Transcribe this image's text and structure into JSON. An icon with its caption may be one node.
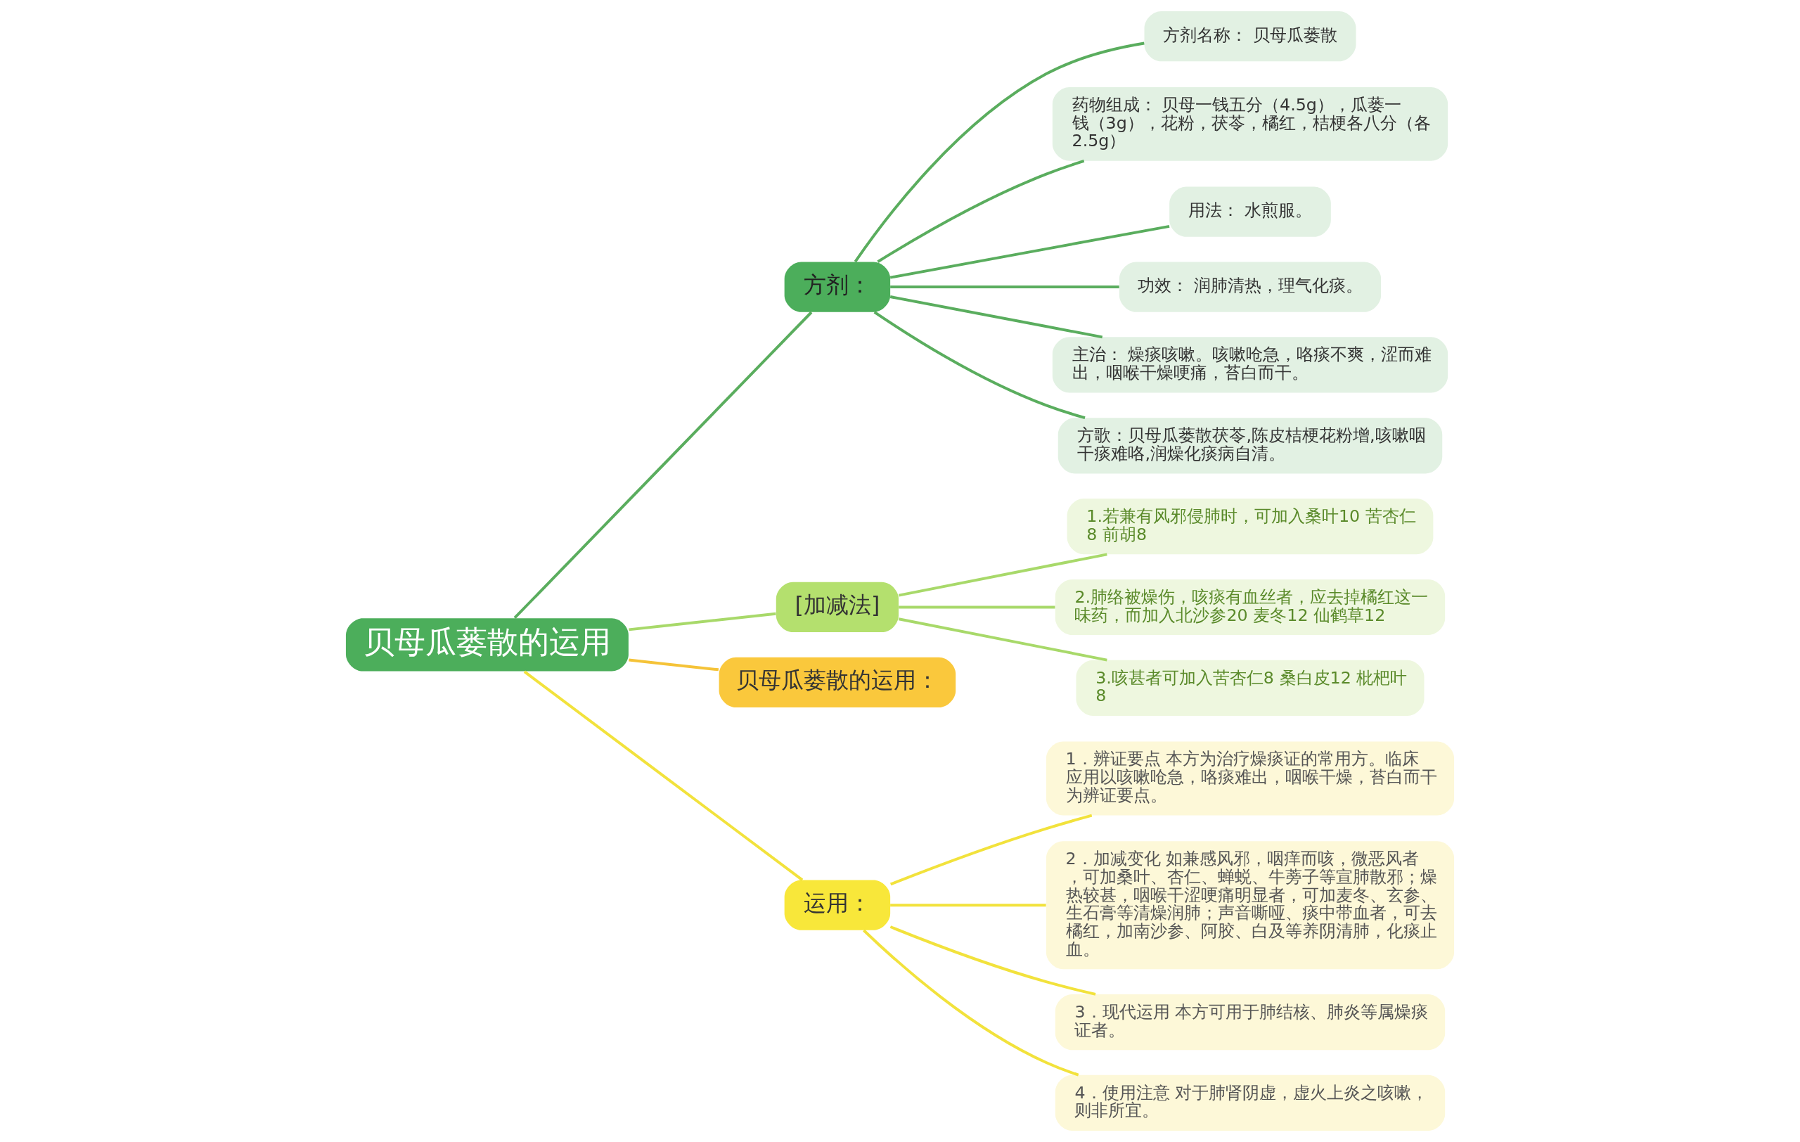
{
  "diagram": {
    "nodes": [
      {
        "text": [
          "贝母瓜蒌散的运用"
        ]
      },
      {
        "text": [
          "方剂："
        ]
      },
      {
        "text": [
          "方剂名称： 贝母瓜蒌散"
        ]
      },
      {
        "text": [
          "药物组成： 贝母一钱五分（4.5g），瓜蒌一钱（3g），花粉，茯苓，橘红，桔梗各八分（各2.5g）"
        ]
      },
      {
        "text": [
          "用法： 水煎服。"
        ]
      },
      {
        "text": [
          "功效： 润肺清热，理气化痰。"
        ]
      },
      {
        "text": [
          "主治： 燥痰咳嗽。咳嗽呛急，咯痰不爽，涩而难出，咽喉干燥哽痛，苔白而干。"
        ]
      },
      {
        "text": [
          "方歌：贝母瓜蒌散茯苓,陈皮桔梗花粉增,咳嗽咽干痰难咯,润燥化痰病自清。"
        ]
      },
      {
        "text": [
          "[加减法]"
        ]
      },
      {
        "text": [
          "1.若兼有风邪侵肺时，可加入桑叶10 苦杏仁8 前胡8"
        ]
      },
      {
        "text": [
          "2.肺络被燥伤，咳痰有血丝者，应去掉橘红这一味药，而加入北沙参20 麦冬12 仙鹤草12"
        ]
      },
      {
        "text": [
          "3.咳甚者可加入苦杏仁8 桑白皮12 枇杷叶8"
        ]
      },
      {
        "text": [
          "贝母瓜蒌散的运用："
        ]
      },
      {
        "text": [
          "运用："
        ]
      },
      {
        "text": [
          "1．辨证要点 本方为治疗燥痰证的常用方。临床应用以咳嗽呛急，咯痰难出，咽喉干燥，苔白而干为辨证要点。"
        ]
      },
      {
        "text": [
          "2．加减变化 如兼感风邪，咽痒而咳，微恶风者，可加桑叶、杏仁、蝉蜕、牛蒡子等宣肺散邪；燥热较甚，咽喉干涩哽痛明显者，可加麦冬、玄参、生石膏等清燥润肺；声音嘶哑、痰中带血者，可去橘红，加南沙参、阿胶、白及等养阴清肺，化痰止血。"
        ]
      },
      {
        "text": [
          "3．现代运用 本方可用于肺结核、肺炎等属燥痰证者。"
        ]
      },
      {
        "text": [
          "4．使用注意 对于肺肾阴虚，虚火上炎之咳嗽，则非所宜。"
        ]
      }
    ],
    "edges": [
      {
        "from": 0,
        "to": 1,
        "arrow": "none"
      },
      {
        "from": 1,
        "to": 2,
        "arrow": "none"
      },
      {
        "from": 1,
        "to": 3,
        "arrow": "none"
      },
      {
        "from": 1,
        "to": 4,
        "arrow": "none"
      },
      {
        "from": 1,
        "to": 5,
        "arrow": "none"
      },
      {
        "from": 1,
        "to": 6,
        "arrow": "none"
      },
      {
        "from": 1,
        "to": 7,
        "arrow": "none"
      },
      {
        "from": 0,
        "to": 8,
        "arrow": "none",
        "color": "#a8d96a"
      },
      {
        "from": 8,
        "to": 9,
        "arrow": "none",
        "color": "#a8d96a"
      },
      {
        "from": 8,
        "to": 10,
        "arrow": "none",
        "color": "#a8d96a"
      },
      {
        "from": 8,
        "to": 11,
        "arrow": "none",
        "color": "#a8d96a"
      },
      {
        "from": 0,
        "to": 12,
        "arrow": "none",
        "color": "#f5c338"
      },
      {
        "from": 0,
        "to": 13,
        "arrow": "none",
        "color": "#f2e23c"
      },
      {
        "from": 13,
        "to": 14,
        "arrow": "none",
        "color": "#f2e23c"
      },
      {
        "from": 13,
        "to": 15,
        "arrow": "none",
        "color": "#f2e23c"
      },
      {
        "from": 13,
        "to": 16,
        "arrow": "none",
        "color": "#f2e23c"
      },
      {
        "from": 13,
        "to": 17,
        "arrow": "none",
        "color": "#f2e23c"
      }
    ]
  }
}
